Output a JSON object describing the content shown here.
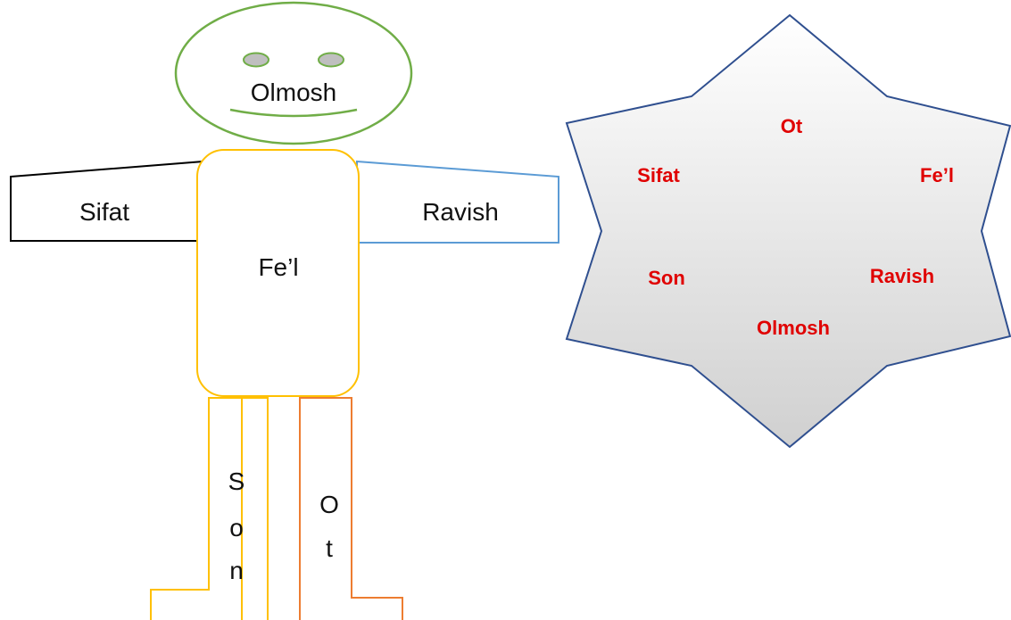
{
  "figure": {
    "head_label": "Olmosh",
    "body_label": "Fe’l",
    "left_arm_label": "Sifat",
    "right_arm_label": "Ravish",
    "left_leg_letters": [
      "S",
      "o",
      "n"
    ],
    "right_leg_letters": [
      "O",
      "t"
    ]
  },
  "star": {
    "labels": {
      "top": "Ot",
      "upper_left": "Sifat",
      "upper_right": "Fe’l",
      "lower_left": "Son",
      "lower_right": "Ravish",
      "bottom": "Olmosh"
    }
  },
  "colors": {
    "head_outline": "#70ad47",
    "eye_fill": "#bfbfbf",
    "body_outline": "#ffc000",
    "left_arm_outline": "#000000",
    "right_arm_outline": "#5b9bd5",
    "left_leg_outline": "#ffc000",
    "right_leg_outline": "#ed7d31",
    "star_outline": "#2f4f8f",
    "star_gradient_top": "#ffffff",
    "star_gradient_bottom": "#d0d0d0",
    "star_text": "#e00000"
  }
}
